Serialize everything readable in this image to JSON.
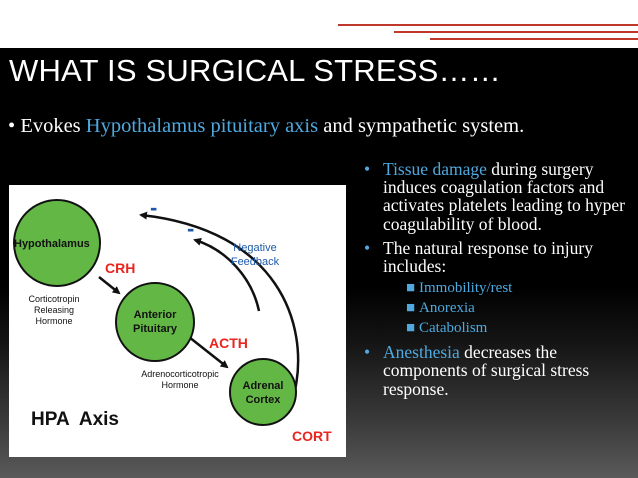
{
  "slide": {
    "title": "WHAT IS SURGICAL STRESS……",
    "bullet_symbol": "•",
    "intro": {
      "pre": "Evokes ",
      "highlight": "Hypothalamus pituitary axis",
      "post": " and sympathetic system."
    },
    "points": [
      {
        "highlight": "Tissue damage",
        "text": " during surgery induces coagulation factors and activates platelets leading to hyper coagulability of blood."
      },
      {
        "highlight": "",
        "text": "The natural response to injury includes:"
      },
      {
        "highlight": "Anesthesia",
        "text": " decreases the components of surgical stress response."
      }
    ],
    "sub_bullet_symbol": "■",
    "sub_points": [
      "Immobility/rest",
      "Anorexia",
      "Catabolism"
    ]
  },
  "diagram": {
    "nodes": {
      "hypothalamus": "Hypothalamus",
      "anterior_1": "Anterior",
      "anterior_2": "Pituitary",
      "adrenal_1": "Adrenal",
      "adrenal_2": "Cortex"
    },
    "hormones": {
      "crh": "CRH",
      "acth": "ACTH",
      "cort": "CORT"
    },
    "captions": {
      "crh_1": "Corticotropin",
      "crh_2": "Releasing",
      "crh_3": "Hormone",
      "acth_1": "Adrenocorticotropic",
      "acth_2": "Hormone"
    },
    "feedback_1": "Negative",
    "feedback_2": "Feedback",
    "minus_sign": "-",
    "axis_label": "HPA  Axis",
    "colors": {
      "node_fill": "#63b845",
      "hormone_red": "#e8251f",
      "feedback_blue": "#1e5aa8"
    }
  }
}
